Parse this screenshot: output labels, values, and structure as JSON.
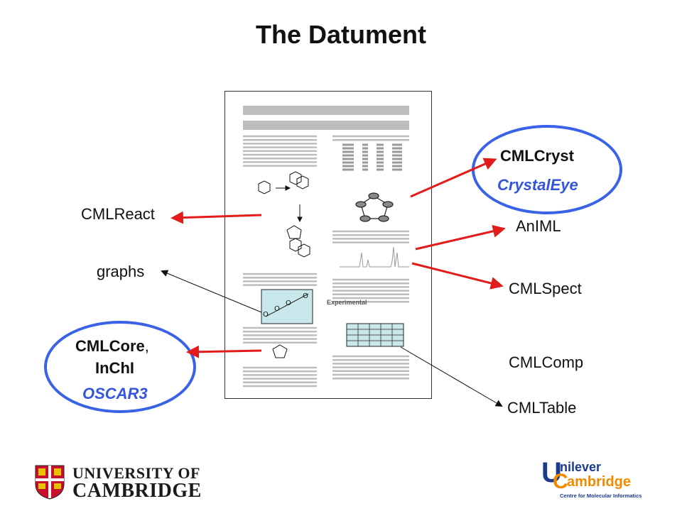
{
  "title": "The Datument",
  "labels": {
    "cml_react": "CMLReact",
    "graphs": "graphs",
    "cml_core": "CMLCore",
    "cml_core_comma": ",",
    "inchi": "InChI",
    "oscar3": "OSCAR3",
    "cml_cryst": "CMLCryst",
    "crystal_eye": "CrystalEye",
    "animl": "AnIML",
    "cml_spect": "CMLSpect",
    "cml_comp": "CMLComp",
    "cml_table": "CMLTable"
  },
  "document": {
    "experimental_heading": "Experimental",
    "plot_marker": "O"
  },
  "logos": {
    "cambridge_line1": "UNIVERSITY OF",
    "cambridge_line2": "CAMBRIDGE",
    "unilever_u": "U",
    "unilever_word": "nilever",
    "unilever_c": "C",
    "unilever_word2": "ambridge",
    "unilever_caption": "Centre for Molecular Informatics"
  },
  "colors": {
    "accent_blue": "#3a62e6",
    "label_blue": "#3355dd",
    "arrow_red": "#e21b1b",
    "doc_gray": "#bdbdbd",
    "unilever_orange": "#f08a00",
    "unilever_navy": "#1b3b8c"
  }
}
